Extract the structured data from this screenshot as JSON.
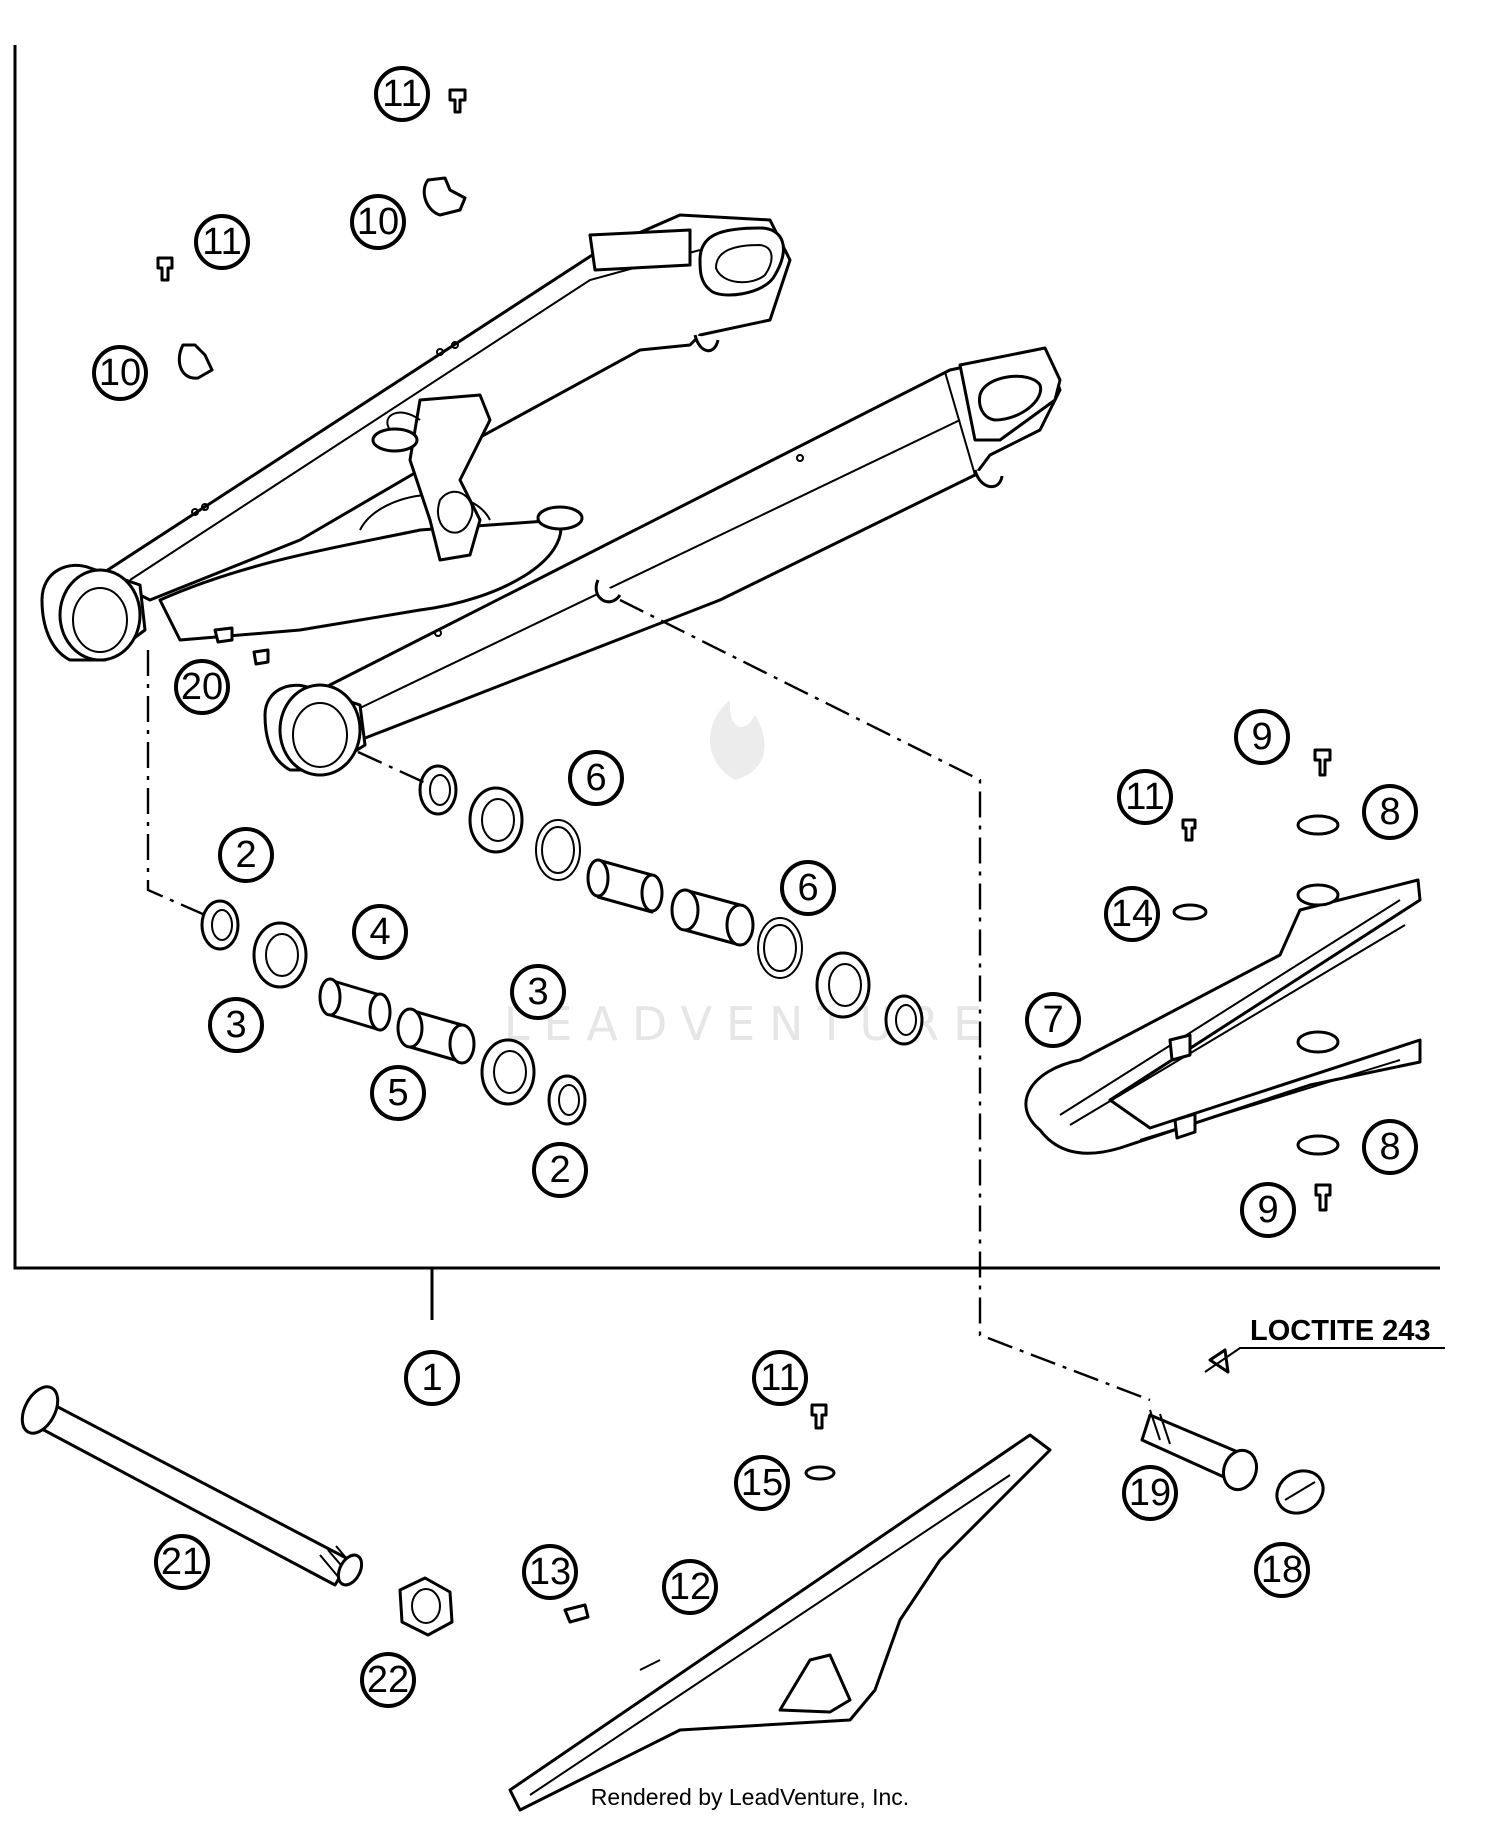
{
  "diagram": {
    "callouts": [
      {
        "id": "c11a",
        "label": "11"
      },
      {
        "id": "c10a",
        "label": "10"
      },
      {
        "id": "c11b",
        "label": "11"
      },
      {
        "id": "c10b",
        "label": "10"
      },
      {
        "id": "c20",
        "label": "20"
      },
      {
        "id": "c6a",
        "label": "6"
      },
      {
        "id": "c2a",
        "label": "2"
      },
      {
        "id": "c4",
        "label": "4"
      },
      {
        "id": "c6b",
        "label": "6"
      },
      {
        "id": "c3a",
        "label": "3"
      },
      {
        "id": "c3b",
        "label": "3"
      },
      {
        "id": "c5",
        "label": "5"
      },
      {
        "id": "c2b",
        "label": "2"
      },
      {
        "id": "c9a",
        "label": "9"
      },
      {
        "id": "c11c",
        "label": "11"
      },
      {
        "id": "c8a",
        "label": "8"
      },
      {
        "id": "c14",
        "label": "14"
      },
      {
        "id": "c7",
        "label": "7"
      },
      {
        "id": "c8b",
        "label": "8"
      },
      {
        "id": "c9b",
        "label": "9"
      },
      {
        "id": "c1",
        "label": "1"
      },
      {
        "id": "c11d",
        "label": "11"
      },
      {
        "id": "c15",
        "label": "15"
      },
      {
        "id": "c19",
        "label": "19"
      },
      {
        "id": "c21",
        "label": "21"
      },
      {
        "id": "c13",
        "label": "13"
      },
      {
        "id": "c12",
        "label": "12"
      },
      {
        "id": "c18",
        "label": "18"
      },
      {
        "id": "c22",
        "label": "22"
      }
    ],
    "note": "LOCTITE 243",
    "watermark": "LEADVENTURE",
    "credit": "Rendered by LeadVenture, Inc."
  }
}
